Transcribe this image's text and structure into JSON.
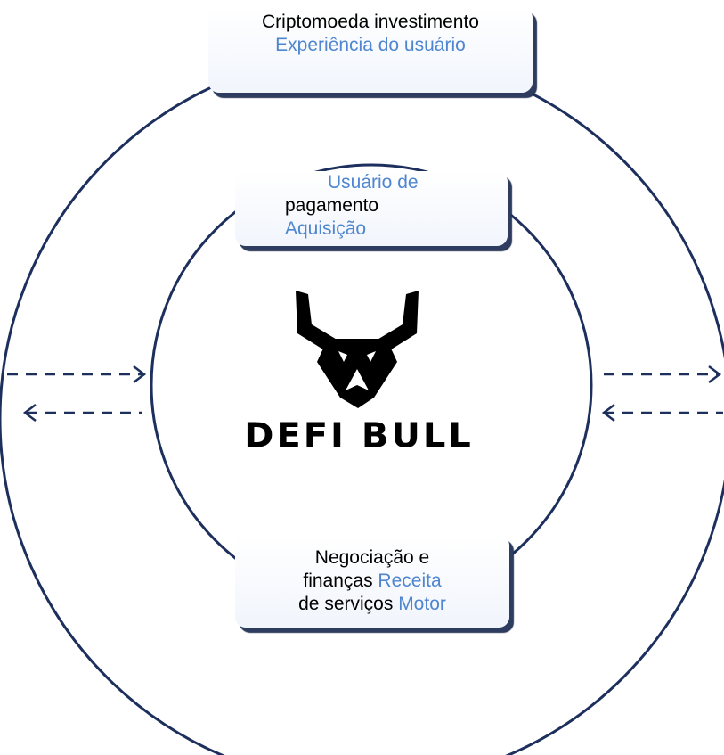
{
  "colors": {
    "ring": "#1d2f5c",
    "accent_text": "#4f86cf",
    "arrow": "#1d2f5c"
  },
  "outer_box": {
    "line1": "Criptomoeda investimento",
    "line2": "Experiência do usuário"
  },
  "inner_top_box": {
    "line1": "Usuário de",
    "line2": "pagamento",
    "line3": "Aquisição"
  },
  "inner_bottom_box": {
    "line1": "Negociação e",
    "line2_black": "finanças",
    "line2_blue": "Receita",
    "line3_black": "de serviços",
    "line3_blue": "Motor"
  },
  "logo": {
    "icon": "bull-head-icon",
    "text": "DEFI BULL"
  },
  "arrows": {
    "left_top": "arrow-right-icon",
    "left_bottom": "arrow-left-icon",
    "right_top": "arrow-right-icon",
    "right_bottom": "arrow-left-icon"
  }
}
